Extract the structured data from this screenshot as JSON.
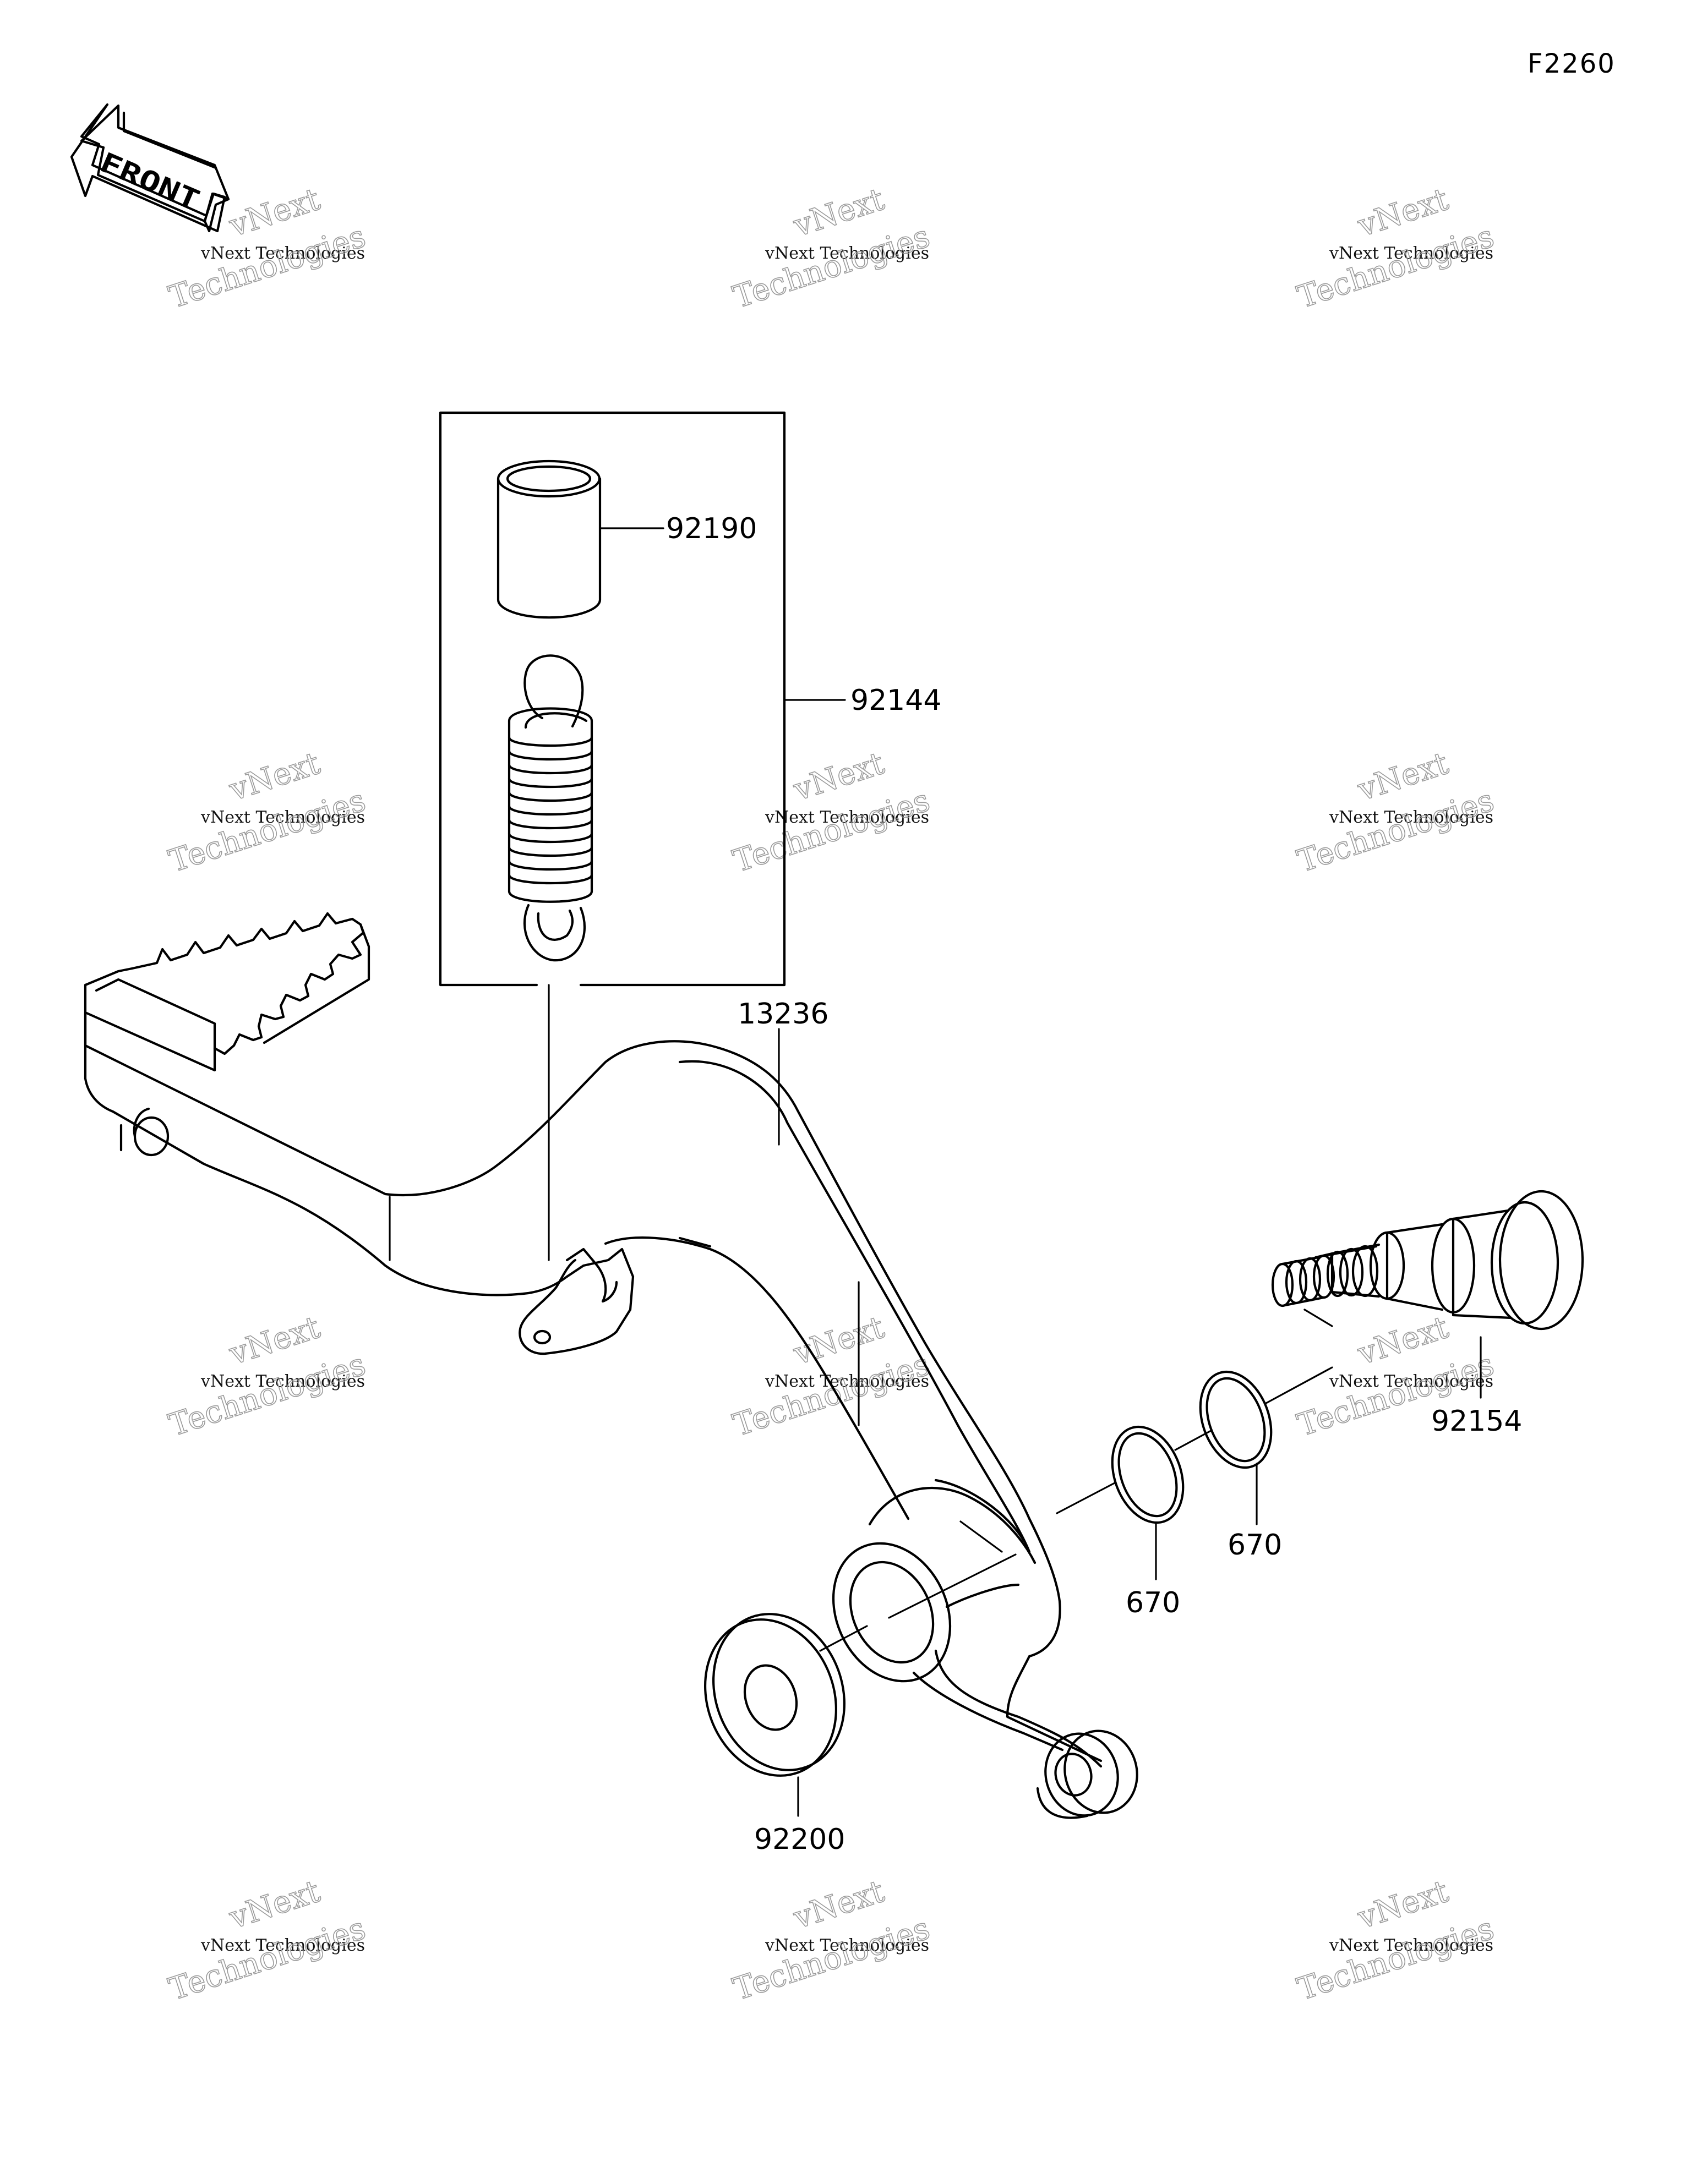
{
  "diagram_code": "F2260",
  "front_arrow": {
    "label": "FRONT",
    "icon": "front-arrow-icon"
  },
  "parts": {
    "sleeve": "92190",
    "spring_kit": "92144",
    "brake_pedal": "13236",
    "pivot_bolt": "92154",
    "o_ring_a": "670",
    "o_ring_b": "670",
    "washer": "92200"
  },
  "watermark": {
    "line1": "vNext Technologies",
    "line2_a": "vNext",
    "line2_b": "Technologies"
  }
}
